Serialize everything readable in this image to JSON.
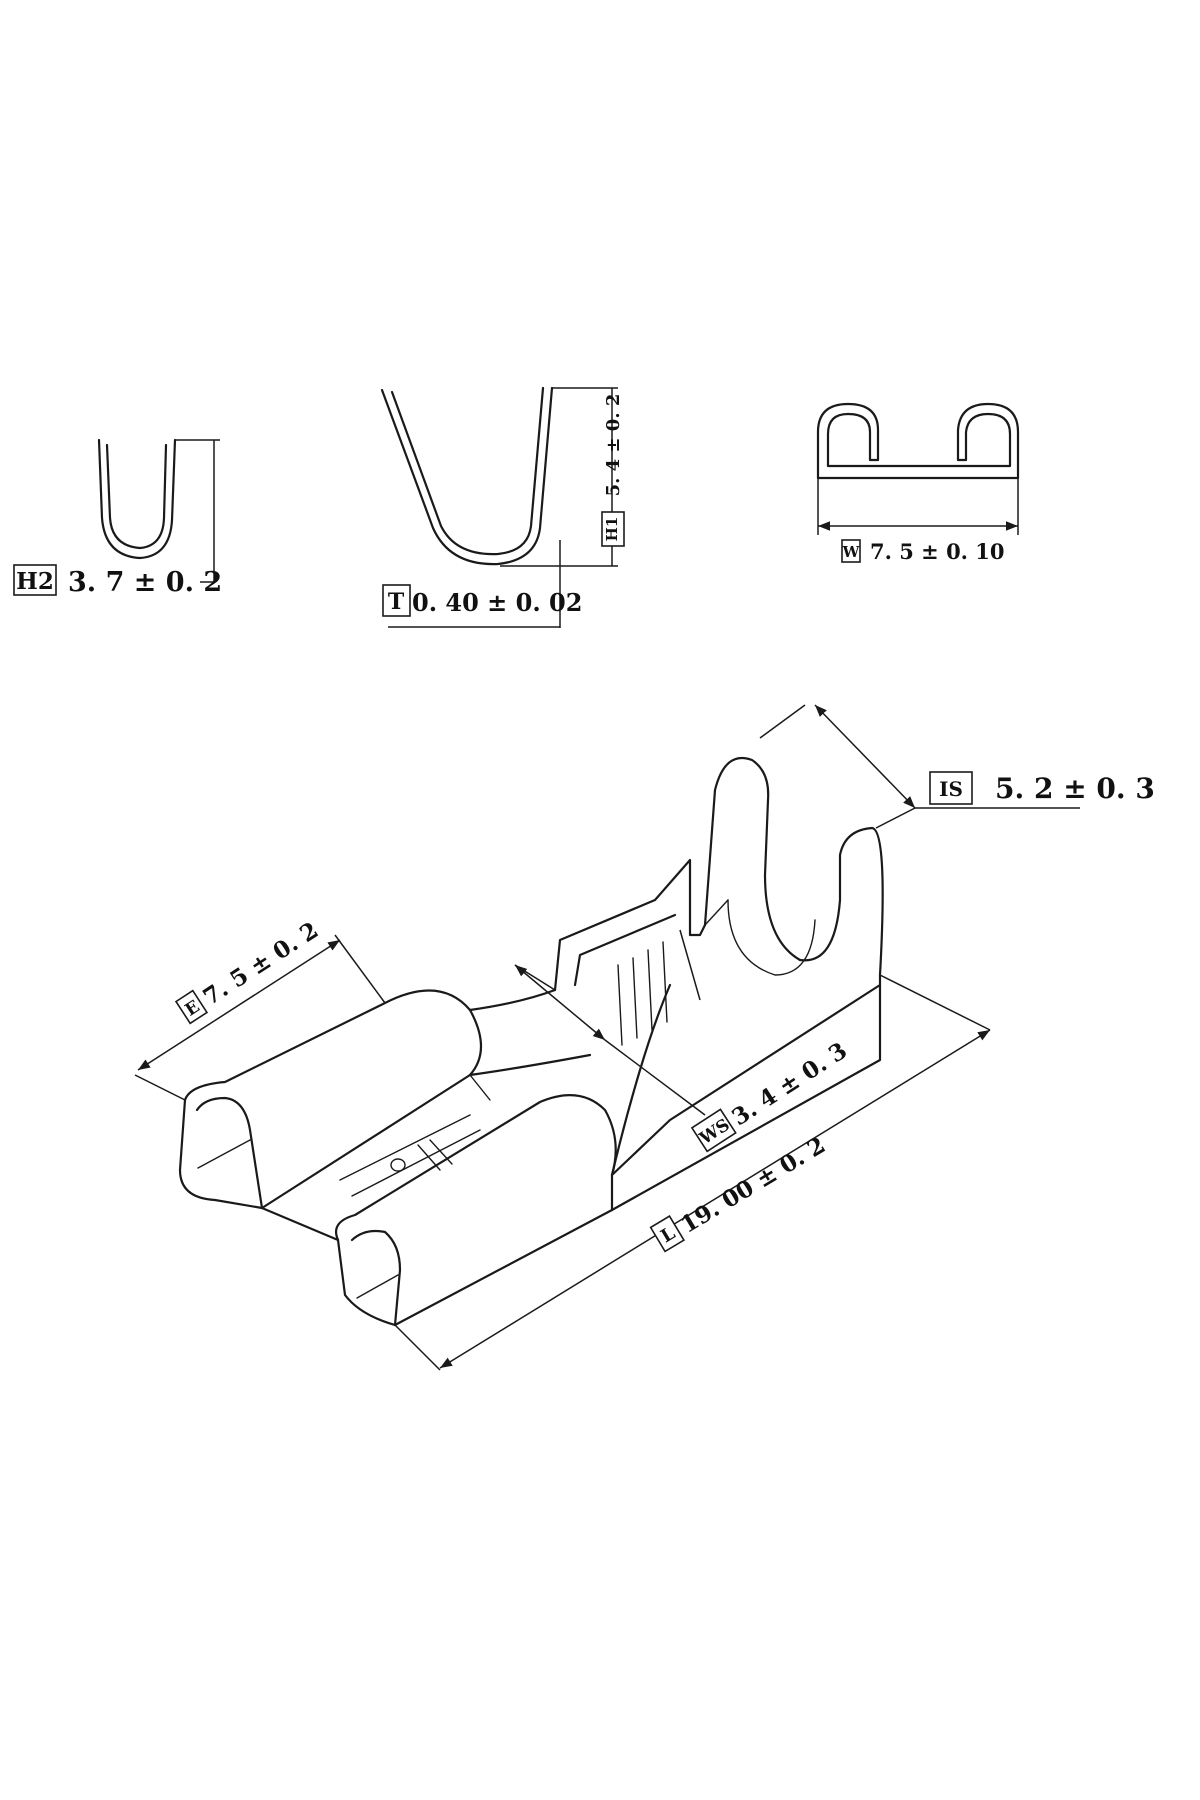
{
  "dimensions": {
    "h2": {
      "code": "H2",
      "value": "3. 7 ± 0. 2"
    },
    "h1": {
      "code": "H1",
      "value": "5. 4 ± 0. 2"
    },
    "t": {
      "code": "T",
      "value": "0. 40 ± 0. 02"
    },
    "w": {
      "code": "W",
      "value": "7. 5 ± 0. 10"
    },
    "is": {
      "code": "IS",
      "value": "5. 2 ± 0. 3"
    },
    "e": {
      "code": "E",
      "value": "7. 5 ± 0. 2"
    },
    "ws": {
      "code": "WS",
      "value": "3. 4 ± 0. 3"
    },
    "l": {
      "code": "L",
      "value": "19. 00 ± 0. 2"
    }
  }
}
